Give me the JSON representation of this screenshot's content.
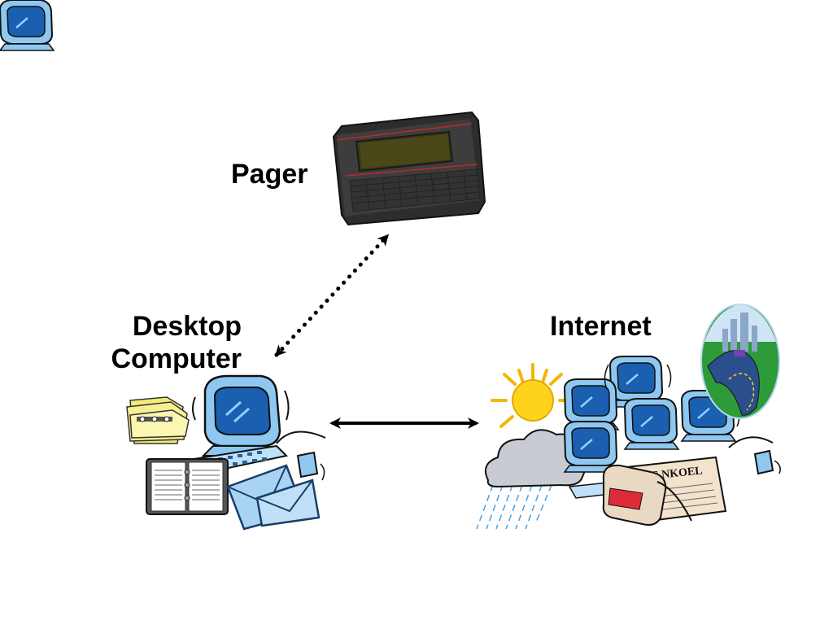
{
  "labels": {
    "pager": "Pager",
    "desktop_line1": "Desktop",
    "desktop_line2": "Computer",
    "internet": "Internet"
  },
  "newspaper_masthead": "KE NKOEL",
  "colors": {
    "monitor_blue": "#8ec8f0",
    "screen_blue": "#1a5fb0",
    "sun_yellow": "#ffd21e",
    "cloud_gray": "#c8ccd2",
    "pager_body": "#3a3a3a",
    "pager_screen": "#3c3a12",
    "envelope_blue": "#a9d3f2",
    "arrow_black": "#000000"
  }
}
